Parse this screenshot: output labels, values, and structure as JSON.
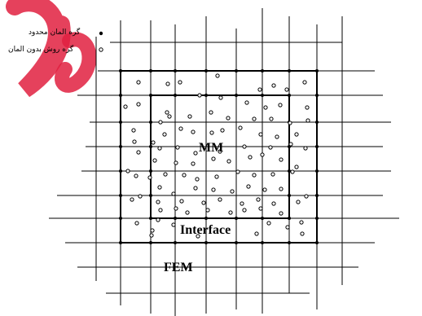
{
  "labels": {
    "region_inner": "MM",
    "interface": "Interface",
    "region_outer": "FEM"
  },
  "legend": {
    "items": [
      {
        "symbol": "filled-node",
        "text": "گره المان محدود"
      },
      {
        "symbol": "hollow-node",
        "text": "گره روش بدون المان"
      }
    ]
  },
  "colors": {
    "line": "#000000",
    "watermark": "#e02040"
  }
}
